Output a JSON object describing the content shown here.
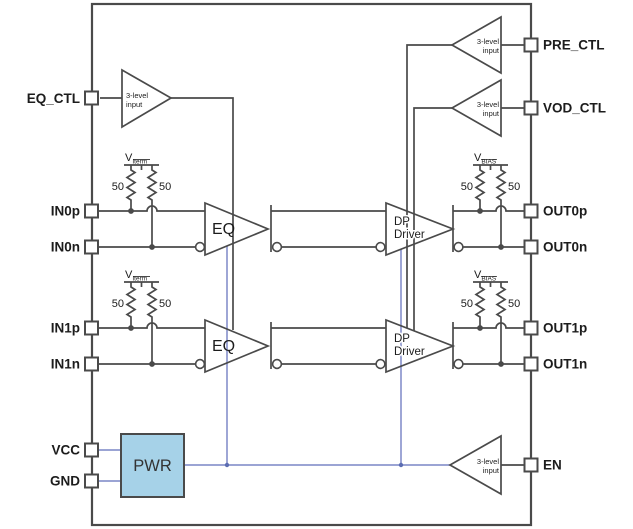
{
  "pins": {
    "left": [
      {
        "id": "eq-ctl",
        "label": "EQ_CTL"
      },
      {
        "id": "in0p",
        "label": "IN0p"
      },
      {
        "id": "in0n",
        "label": "IN0n"
      },
      {
        "id": "in1p",
        "label": "IN1p"
      },
      {
        "id": "in1n",
        "label": "IN1n"
      },
      {
        "id": "vcc",
        "label": "VCC"
      },
      {
        "id": "gnd",
        "label": "GND"
      }
    ],
    "right": [
      {
        "id": "pre-ctl",
        "label": "PRE_CTL"
      },
      {
        "id": "vod-ctl",
        "label": "VOD_CTL"
      },
      {
        "id": "out0p",
        "label": "OUT0p"
      },
      {
        "id": "out0n",
        "label": "OUT0n"
      },
      {
        "id": "out1p",
        "label": "OUT1p"
      },
      {
        "id": "out1n",
        "label": "OUT1n"
      },
      {
        "id": "en",
        "label": "EN"
      }
    ]
  },
  "blocks": {
    "pwr": "PWR",
    "eq": "EQ",
    "dp_driver_line1": "DP",
    "dp_driver_line2": "Driver",
    "three_level_line1": "3-level",
    "three_level_line2": "input"
  },
  "terminations": {
    "resistor_value": "50",
    "viterm_base": "V",
    "viterm_sub": "Iterm",
    "vbias_base": "V",
    "vbias_sub": "BIAS"
  },
  "colors": {
    "line": "#4a4a4a",
    "blue": "#8d97ce",
    "blue_dot": "#5c6db2",
    "pwr_fill": "#a6d2e8",
    "pin_fill": "#ffffff",
    "text": "#1c1c1c"
  }
}
